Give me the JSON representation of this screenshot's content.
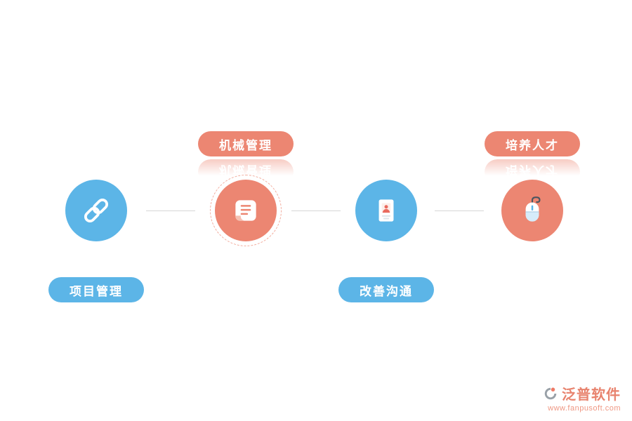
{
  "diagram": {
    "nodes": [
      {
        "label": "项目管理",
        "label_position": "below",
        "color_name": "blue",
        "color": "#5cb5e7",
        "icon": "link-icon"
      },
      {
        "label": "机械管理",
        "label_position": "above",
        "color_name": "coral",
        "color": "#ec8672",
        "icon": "scroll-icon",
        "dashed_ring": true
      },
      {
        "label": "改善沟通",
        "label_position": "below",
        "color_name": "blue",
        "color": "#5cb5e7",
        "icon": "id-card-icon"
      },
      {
        "label": "培养人才",
        "label_position": "above",
        "color_name": "coral",
        "color": "#ec8672",
        "icon": "mouse-icon"
      }
    ],
    "connector_color": "#d6d6d6"
  },
  "branding": {
    "company": "泛普软件",
    "website": "www.fanpusoft.com"
  },
  "colors": {
    "blue": "#5cb5e7",
    "coral": "#ec8672",
    "background": "#ffffff"
  }
}
